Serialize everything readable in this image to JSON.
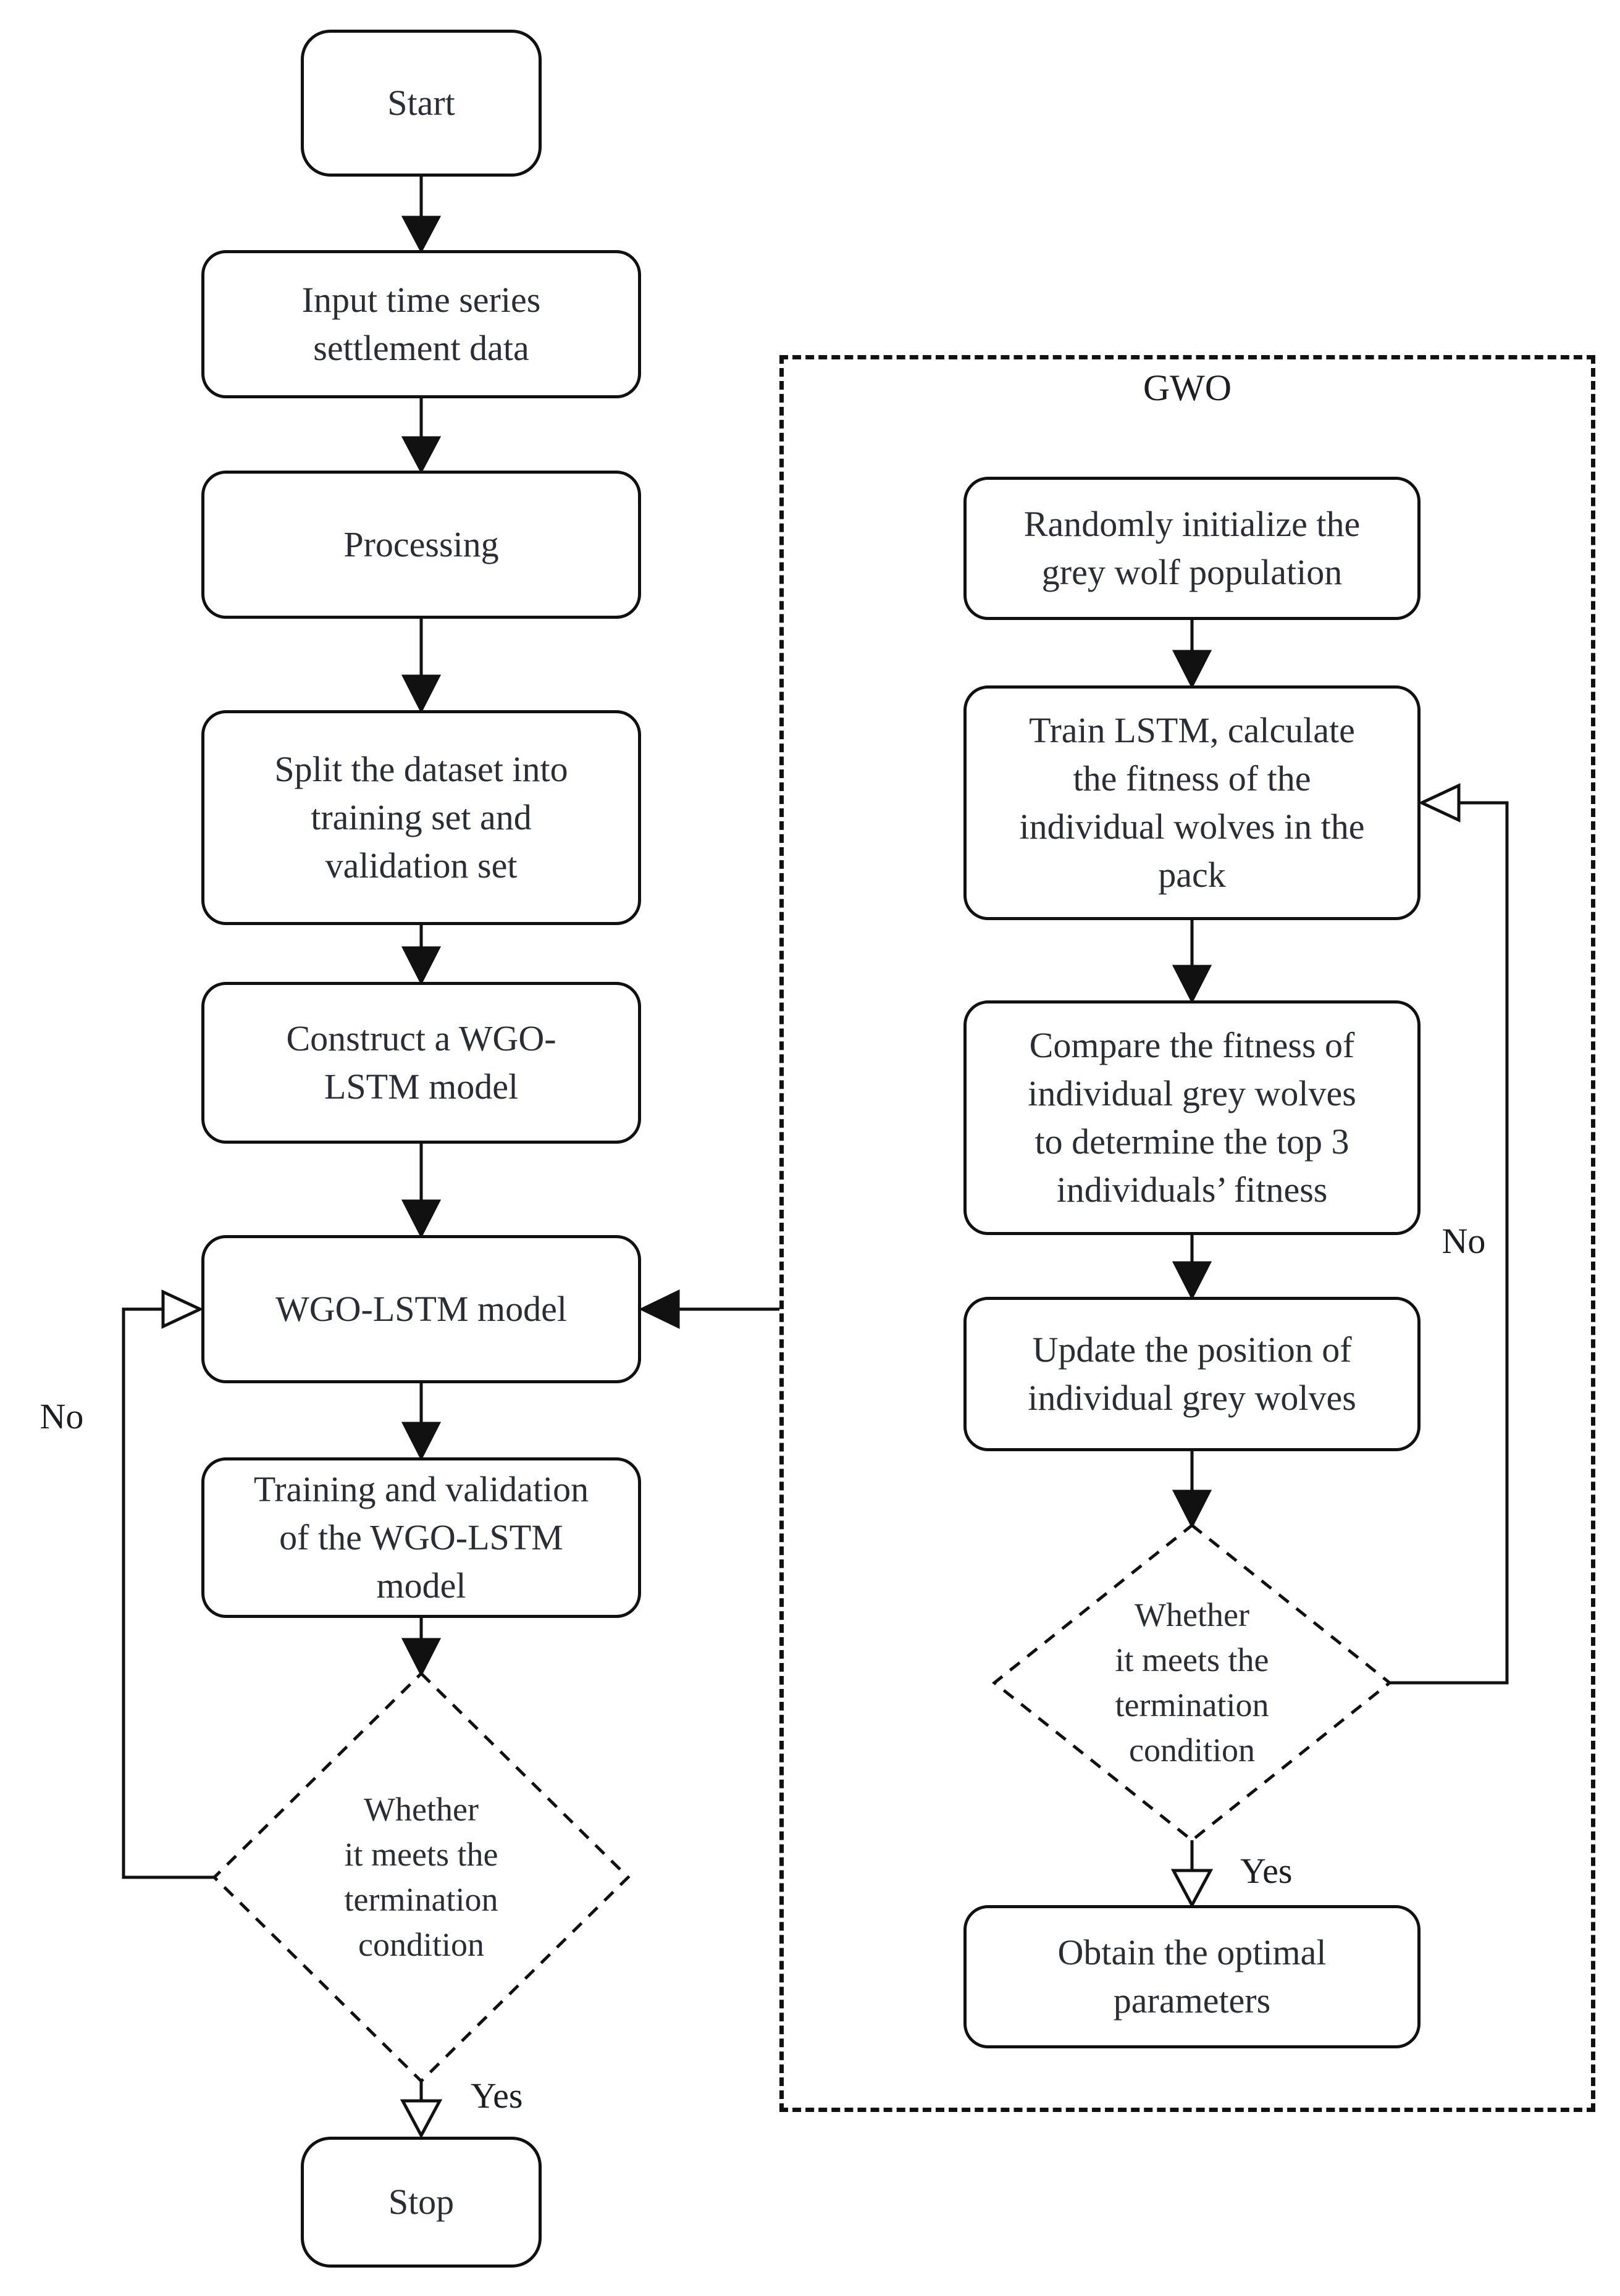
{
  "figure": {
    "type": "flowchart",
    "background": "#ffffff",
    "line_color": "#111111",
    "text_color": "#2a2d34",
    "container": {
      "label": "GWO"
    },
    "nodes": {
      "start": "Start",
      "input": "Input time series\nsettlement data",
      "processing": "Processing",
      "split": "Split the dataset into\ntraining set and\nvalidation set",
      "construct": "Construct a WGO-\nLSTM model",
      "model": "WGO-LSTM model",
      "training": "Training and validation\nof the WGO-LSTM\nmodel",
      "decision_left": "Whether\nit meets the\ntermination\ncondition",
      "stop": "Stop",
      "gwo_init": "Randomly initialize the\ngrey wolf population",
      "gwo_train": "Train LSTM, calculate\nthe fitness of the\nindividual wolves in the\npack",
      "gwo_compare": "Compare the fitness of\nindividual grey wolves\nto determine the top 3\nindividuals’ fitness",
      "gwo_update": "Update the position of\nindividual grey wolves",
      "decision_right": "Whether\nit meets the\ntermination\ncondition",
      "gwo_obtain": "Obtain the optimal\nparameters"
    },
    "edge_labels": {
      "left_no": "No",
      "left_yes": "Yes",
      "right_no": "No",
      "right_yes": "Yes"
    }
  }
}
